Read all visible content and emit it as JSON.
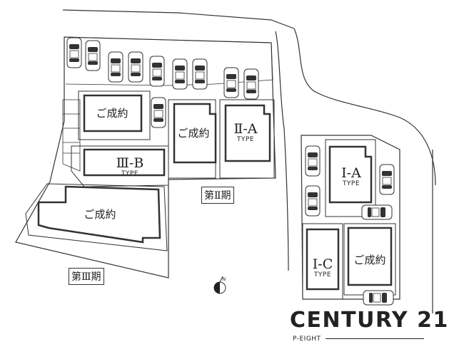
{
  "lots": {
    "sold_label": "ご成約",
    "type_label": "TYPE",
    "type_2a": "Ⅱ-A",
    "type_3b": "Ⅲ-B",
    "type_1a": "Ⅰ-A",
    "type_1c": "Ⅰ-C"
  },
  "phases": {
    "phase_2": "第Ⅱ期",
    "phase_3": "第Ⅲ期"
  },
  "brand": {
    "name": "CENTURY 21",
    "sub": "P-EIGHT"
  },
  "colors": {
    "line": "#333333",
    "background": "#ffffff"
  }
}
